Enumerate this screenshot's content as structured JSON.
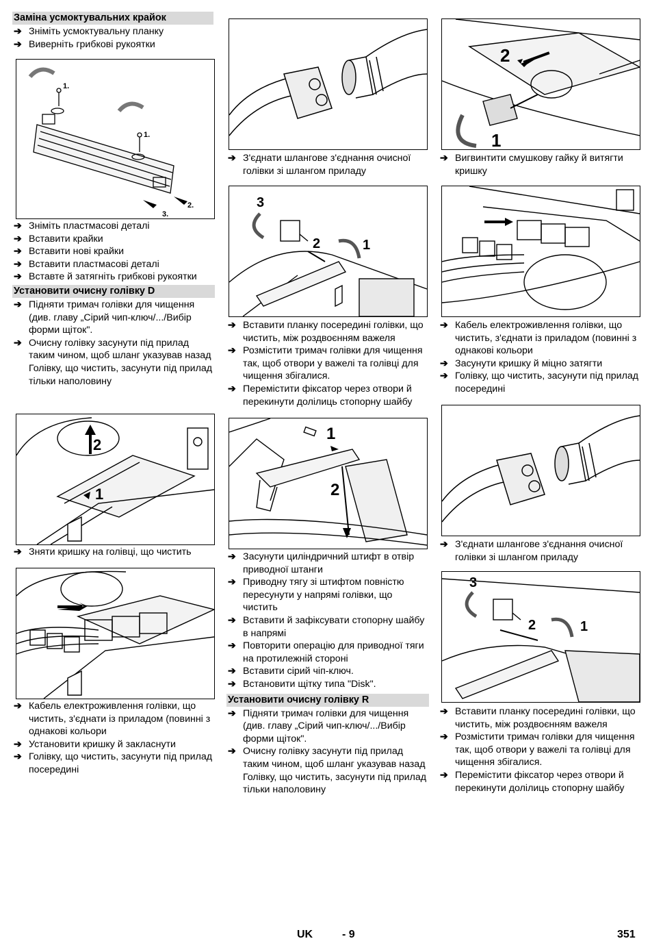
{
  "col1": {
    "s1_title": "Заміна усмоктувальних крайок",
    "s1_steps_a": [
      "Зніміть усмоктувальну планку",
      "Виверніть грибкові рукоятки"
    ],
    "fig1_labels": [
      "1.",
      "1.",
      "2.",
      "3."
    ],
    "s1_steps_b": [
      "Зніміть пластмасові деталі",
      "Вставити крайки",
      "Вставити нові крайки",
      "Вставити пластмасові деталі",
      "Вставте й затягніть грибкові рукоятки"
    ],
    "s2_title": "Установити очисну голівку D",
    "s2_step1": "Підняти тримач голівки для чищення (див. главу „Сірий чип-ключ/.../Вибір форми щіток\".",
    "s2_step2": "Очисну голівку засунути під прилад таким чином, щоб шланг указував назад",
    "s2_note": "Голівку, що чистить, засунути під прилад тільки наполовину",
    "fig2_labels": [
      "2",
      "1"
    ],
    "s2_step3": "Зняти кришку на  голівці, що чистить",
    "s2_steps_c": [
      "Кабель електроживлення голівки, що чистить, з'єднати із приладом (повинні з однакові кольори",
      "Установити кришку й закласнути",
      "Голівку, що чистить, засунути під прилад посередині"
    ]
  },
  "col2": {
    "fig4_step": "З'єднати шлангове з'єднання очисної голівки зі шлангом приладу",
    "fig5_labels": [
      "3",
      "2",
      "1"
    ],
    "fig5_steps": [
      "Вставити планку посередині голівки, що чистить, між роздвоєнням важеля",
      "Розмістити тримач голівки для чищення так, щоб отвори у важелі та голівці для чищення збігалися.",
      "Перемістити фіксатор через отвори й перекинути долілиць стопорну шайбу"
    ],
    "fig6_labels": [
      "1",
      "2"
    ],
    "fig6_steps": [
      "Засунути циліндричний штифт в отвір приводної штанги",
      "Приводну тягу зі штифтом повністю пересунути у напрямі голівки, що чистить",
      "Вставити й зафіксувати стопорну шайбу в напрямі",
      "Повторити операцію для приводної тяги на протилежній стороні",
      "Вставити сірий чіп-ключ.",
      "Встановити щітку типа \"Disk\"."
    ],
    "s3_title": "Установити очисну голівку R",
    "s3_step1": "Підняти тримач голівки для чищення (див. главу „Сірий чип-ключ/.../Вибір форми щіток\".",
    "s3_step2": "Очисну голівку засунути під прилад таким чином, щоб шланг указував назад",
    "s3_note": "Голівку, що чистить, засунути під прилад тільки наполовину"
  },
  "col3": {
    "fig7_labels": [
      "2",
      "1"
    ],
    "fig7_step": "Вигвинтити смушкову гайку й витягти кришку",
    "fig8_steps": [
      "Кабель електроживлення голівки, що чистить, з'єднати із приладом (повинні з однакові кольори",
      "Засунути кришку й міцно затягти",
      "Голівку, що чистить, засунути під прилад посередині"
    ],
    "fig9_step": "З'єднати шлангове з'єднання очисної голівки зі шлангом приладу",
    "fig10_labels": [
      "3",
      "2",
      "1"
    ],
    "fig10_steps": [
      "Вставити планку посередині голівки, що чистить, між роздвоєнням важеля",
      "Розмістити тримач голівки для чищення так, щоб отвори у важелі та голівці для чищення збігалися.",
      "Перемістити фіксатор через отвори й перекинути долілиць стопорну шайбу"
    ]
  },
  "footer": {
    "lang": "UK",
    "section_page": "- 9",
    "page": "351"
  },
  "arrow_glyph": "➔"
}
